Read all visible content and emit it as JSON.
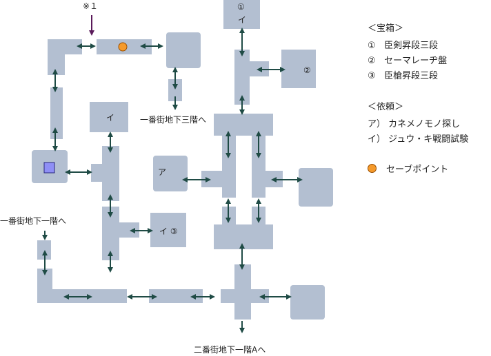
{
  "markers": {
    "note": "※１",
    "room_i_top": "イ",
    "room_1": "①",
    "room_1_i": "イ",
    "room_2": "②",
    "room_a": "ア",
    "room_i3": "イ ③"
  },
  "exits": {
    "third_floor": "一番街地下三階へ",
    "first_floor": "一番街地下一階へ",
    "bottom": "二番街地下一階Aへ"
  },
  "legend": {
    "treasure_title": "＜宝箱＞",
    "treasures": [
      {
        "mark": "①",
        "text": "臣剣昇段三段"
      },
      {
        "mark": "②",
        "text": "セーマレーヂ盤"
      },
      {
        "mark": "③",
        "text": "臣槍昇段三段"
      }
    ],
    "request_title": "＜依頼＞",
    "requests": [
      {
        "mark": "ア）",
        "text": "カネメノモノ探し"
      },
      {
        "mark": "イ）",
        "text": "ジュウ・キ戦闘試験"
      }
    ],
    "save_point": "セーブポイント"
  },
  "colors": {
    "room": "#b3bfd1",
    "arrow": "#1f4b45",
    "note_arrow": "#5a1a5a",
    "save_point": "#f59a2b",
    "start_square": "#8f8ff5"
  }
}
